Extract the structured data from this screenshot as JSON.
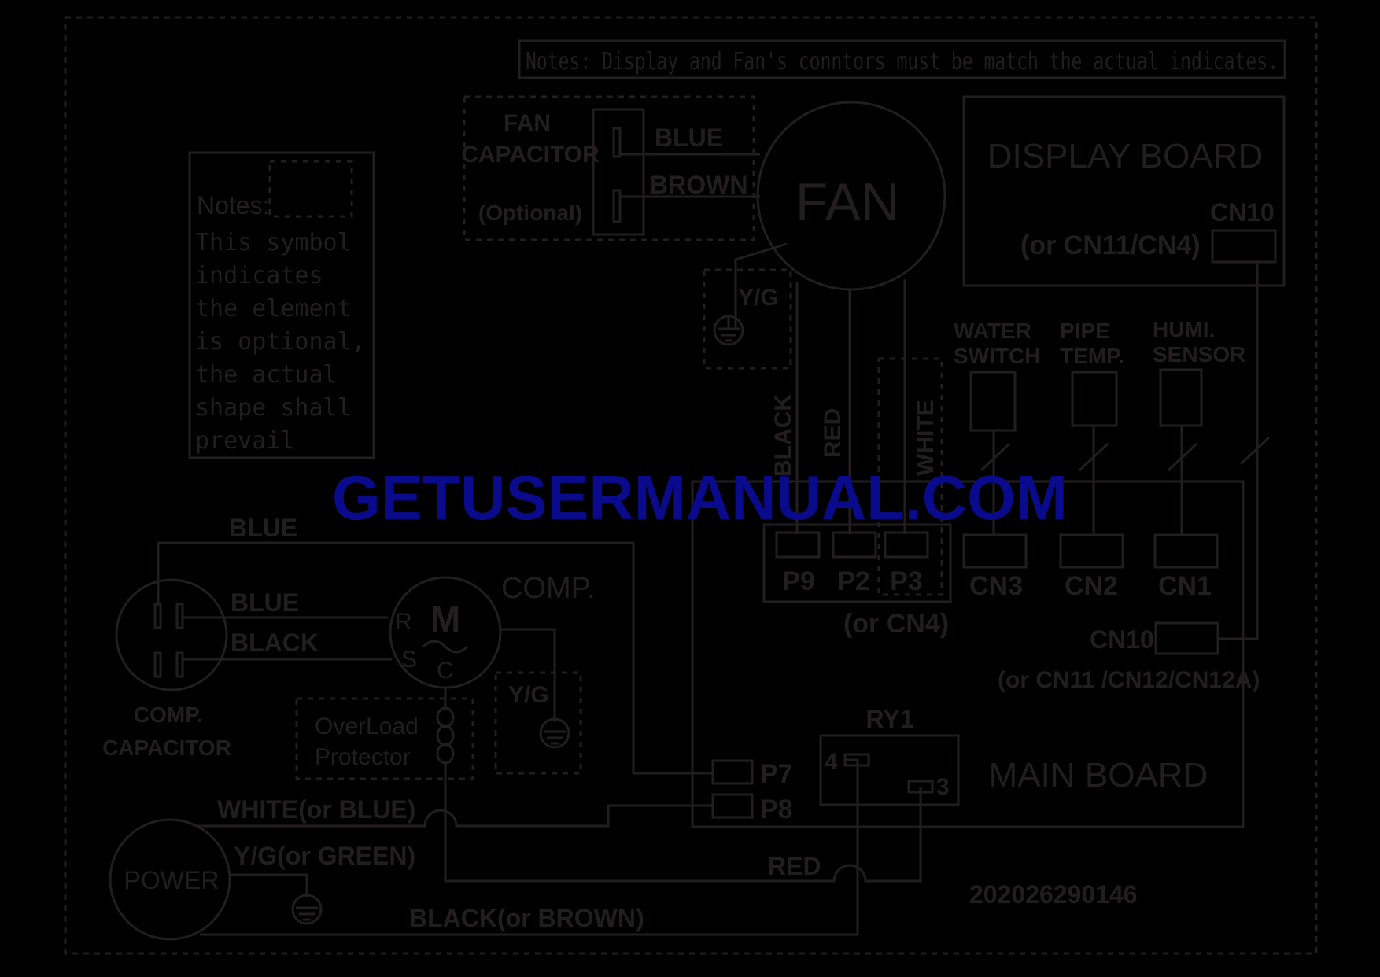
{
  "notes_top": "Notes: Display and Fan's conntors must be match the actual indicates.",
  "notes_side": {
    "title": "Notes:",
    "lines": [
      "This symbol",
      "indicates",
      "the element",
      "is optional,",
      "the actual",
      "shape shall",
      "prevail"
    ]
  },
  "fan_capacitor": {
    "line1": "FAN",
    "line2": "CAPACITOR",
    "optional": "(Optional)"
  },
  "fan": {
    "label": "FAN",
    "wire_blue": "BLUE",
    "wire_brown": "BROWN",
    "ground": "Y/G"
  },
  "display_board": {
    "title": "DISPLAY BOARD",
    "cn": "CN10",
    "cn_alt": "(or CN11/CN4)"
  },
  "sensors": [
    {
      "line1": "WATER",
      "line2": "SWITCH",
      "connector": "CN3"
    },
    {
      "line1": "PIPE",
      "line2": "TEMP.",
      "connector": "CN2"
    },
    {
      "line1": "HUMI.",
      "line2": "SENSOR",
      "connector": "CN1"
    }
  ],
  "fan_wires": [
    "BLACK",
    "RED",
    "WHITE"
  ],
  "fan_ports": [
    "P9",
    "P2",
    "P3"
  ],
  "fan_ports_alt": "(or CN4)",
  "main_board": {
    "title": "MAIN BOARD",
    "cn10": "CN10",
    "cn10_alt": "(or CN11 /CN12/CN12A)",
    "relay": "RY1",
    "relay_pin4": "4",
    "relay_pin3": "3",
    "p7": "P7",
    "p8": "P8"
  },
  "compressor": {
    "label": "COMP.",
    "motor": "M",
    "r": "R",
    "s": "S",
    "c": "C",
    "ground": "Y/G",
    "overload_line1": "OverLoad",
    "overload_line2": "Protector"
  },
  "comp_capacitor": {
    "line1": "COMP.",
    "line2": "CAPACITOR"
  },
  "wires": {
    "blue_top": "BLUE",
    "blue": "BLUE",
    "black": "BLACK",
    "white": "WHITE(or BLUE)",
    "yg": "Y/G(or GREEN)",
    "red": "RED",
    "black_brown": "BLACK(or BROWN)"
  },
  "power": "POWER",
  "part_number": "202026290146",
  "watermark": "GETUSERMANUAL.COM"
}
